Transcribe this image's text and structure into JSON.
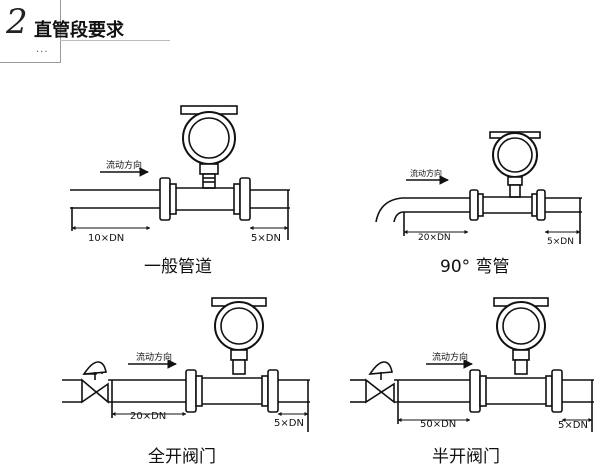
{
  "header": {
    "number": "2",
    "title": "直管段要求",
    "dots": "..."
  },
  "diagrams": [
    {
      "flow_label": "流动方向",
      "upstream": "10×DN",
      "downstream": "5×DN",
      "caption": "一般管道"
    },
    {
      "flow_label": "流动方向",
      "upstream": "20×DN",
      "downstream": "5×DN",
      "caption": "90° 弯管"
    },
    {
      "flow_label": "流动方向",
      "upstream": "20×DN",
      "downstream": "5×DN",
      "caption": "全开阀门"
    },
    {
      "flow_label": "流动方向",
      "upstream": "50×DN",
      "downstream": "5×DN",
      "caption": "半开阀门"
    }
  ]
}
